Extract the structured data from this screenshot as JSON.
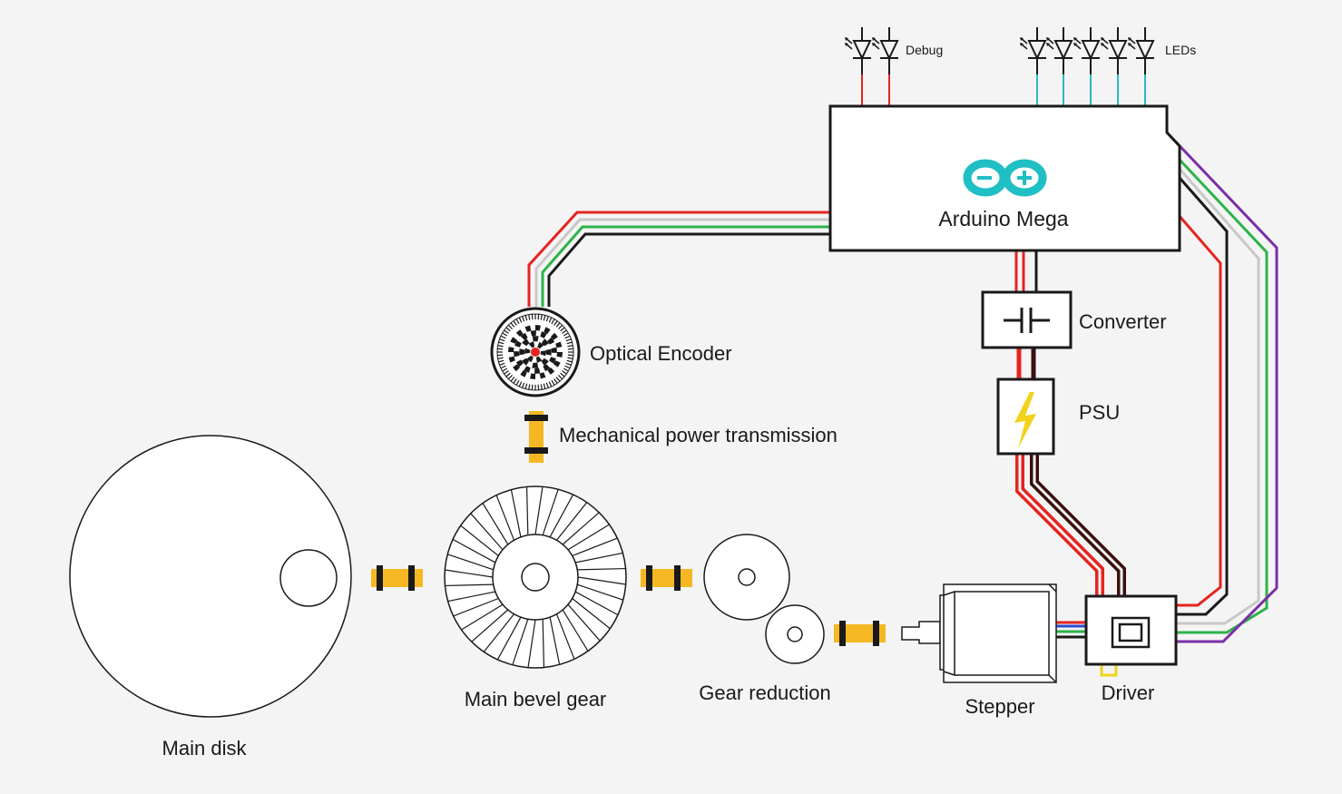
{
  "labels": {
    "debug": "Debug",
    "leds": "LEDs",
    "arduino": "Arduino Mega",
    "converter": "Converter",
    "psu": "PSU",
    "optical_encoder": "Optical Encoder",
    "mechanical_transmission": "Mechanical power transmission",
    "main_disk": "Main disk",
    "main_bevel_gear": "Main bevel gear",
    "gear_reduction": "Gear reduction",
    "stepper": "Stepper",
    "driver": "Driver"
  },
  "colors": {
    "background": "#f4f4f4",
    "outline": "#1a1a1a",
    "wire_red": "#e52420",
    "wire_gray": "#c8c8c8",
    "wire_green": "#2db34a",
    "wire_black": "#1a1a1a",
    "wire_purple": "#7b2fa6",
    "wire_cyan": "#27b9c3",
    "wire_dark_brown": "#3a0f0f",
    "coupling_yellow": "#f5b823",
    "arduino_teal": "#1fbfc4",
    "psu_bolt_yellow": "#f2d21b",
    "encoder_center_red": "#e52420"
  },
  "icons": {
    "arduino": "arduino-infinity-logo-icon",
    "converter": "capacitor-symbol-icon",
    "psu": "lightning-bolt-icon",
    "leds": "led-diode-symbol-icon",
    "encoder": "optical-encoder-disc-icon"
  }
}
